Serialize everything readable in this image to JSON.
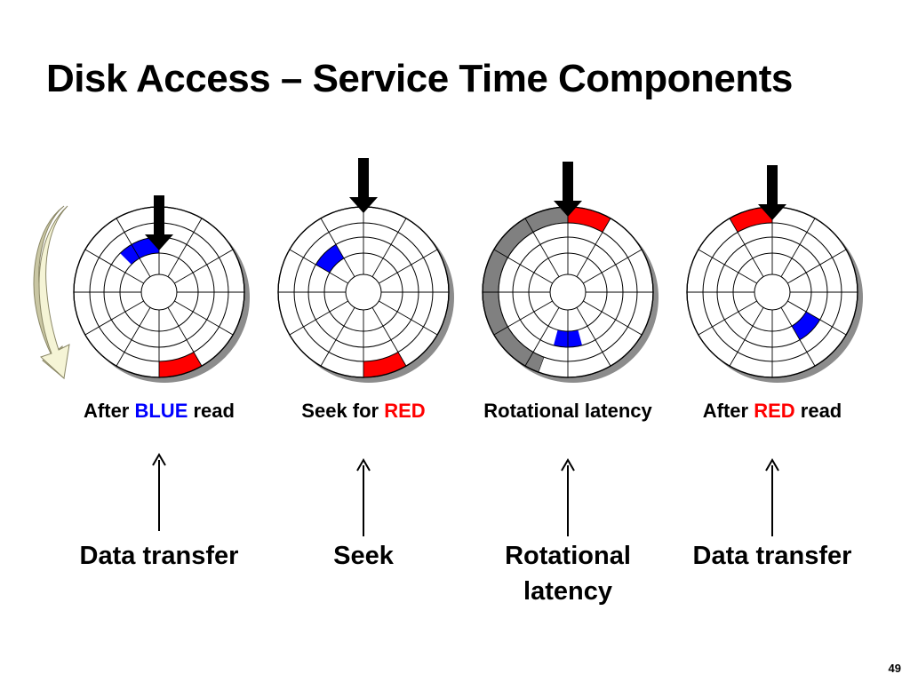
{
  "slide": {
    "title": "Disk Access – Service Time Components",
    "page_number": "49"
  },
  "colors": {
    "blue_sector": "#0000ff",
    "red_sector": "#ff0000",
    "latency_arc": "#808080",
    "rotation_arrow_fill": "#f5f4d6",
    "rotation_arrow_shade": "#c9c6a3",
    "platter_shadow": "#8c8c8c"
  },
  "panels": [
    {
      "caption": {
        "prefix": "After ",
        "highlight": "BLUE",
        "highlight_color": "#0000ff",
        "suffix": " read"
      },
      "phase": "Data transfer",
      "head_position": "top",
      "blue_sector": "track-3-at-head",
      "red_sector": "outer-track-bottom-right",
      "latency_arc": false,
      "rotation_arrow": true
    },
    {
      "caption": {
        "prefix": "Seek for ",
        "highlight": "RED",
        "highlight_color": "#ff0000",
        "suffix": ""
      },
      "phase": "Seek",
      "head_position": "top",
      "blue_sector": "track-3-upper-left",
      "red_sector": "outer-track-bottom-right",
      "latency_arc": false,
      "rotation_arrow": false
    },
    {
      "caption": {
        "prefix": "Rotational latency",
        "highlight": "",
        "highlight_color": "#000000",
        "suffix": ""
      },
      "phase": "Rotational latency",
      "head_position": "top",
      "blue_sector": "track-3-bottom",
      "red_sector": "outer-track-at-head",
      "latency_arc": true,
      "rotation_arrow": false
    },
    {
      "caption": {
        "prefix": "After ",
        "highlight": "RED",
        "highlight_color": "#ff0000",
        "suffix": " read"
      },
      "phase": "Data transfer",
      "head_position": "top",
      "blue_sector": "track-3-lower-right",
      "red_sector": "outer-track-upper-left",
      "latency_arc": false,
      "rotation_arrow": false
    }
  ]
}
